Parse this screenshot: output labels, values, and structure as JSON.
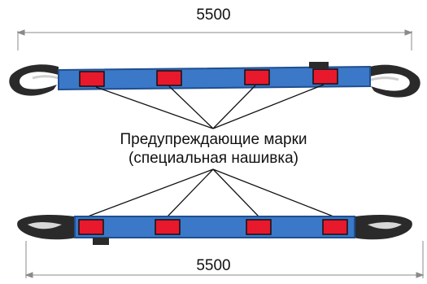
{
  "dimensions": {
    "top_length": "5500",
    "bottom_length": "5500"
  },
  "caption": {
    "line1": "Предупреждающие марки",
    "line2": "(специальная нашивка)"
  },
  "colors": {
    "strap": "#3b78c7",
    "strap_edge": "#1f4f91",
    "warning_mark": "#e8192c",
    "hook": "#2a2a2a",
    "leader_line": "#111111",
    "dimension_line": "#8a8a8a"
  }
}
